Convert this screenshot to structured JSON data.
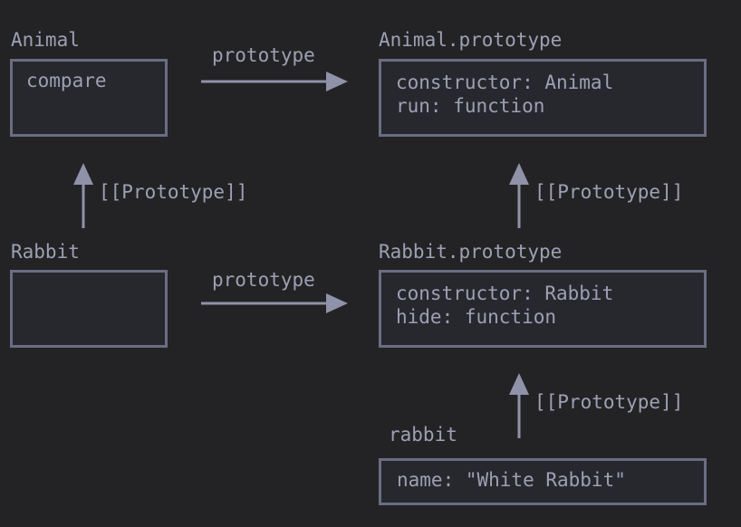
{
  "colors": {
    "background": "#232325",
    "box_border": "#6a6d82",
    "box_fill": "#27282e",
    "text": "#9da0b4",
    "arrow": "#8f92a8"
  },
  "animal": {
    "title": "Animal",
    "lines": [
      "compare"
    ]
  },
  "animal_prototype": {
    "title": "Animal.prototype",
    "lines": [
      "constructor: Animal",
      "run: function"
    ]
  },
  "rabbit": {
    "title": "Rabbit",
    "lines": []
  },
  "rabbit_prototype": {
    "title": "Rabbit.prototype",
    "lines": [
      "constructor: Rabbit",
      "hide: function"
    ]
  },
  "rabbit_instance": {
    "title": "rabbit",
    "lines": [
      "name: \"White Rabbit\""
    ]
  },
  "edges": {
    "animal_to_proto": "prototype",
    "rabbit_to_proto": "prototype",
    "rabbit_inherits_animal": "[[Prototype]]",
    "rabbitproto_inherits_animalproto": "[[Prototype]]",
    "instance_inherits_rabbitproto": "[[Prototype]]"
  }
}
